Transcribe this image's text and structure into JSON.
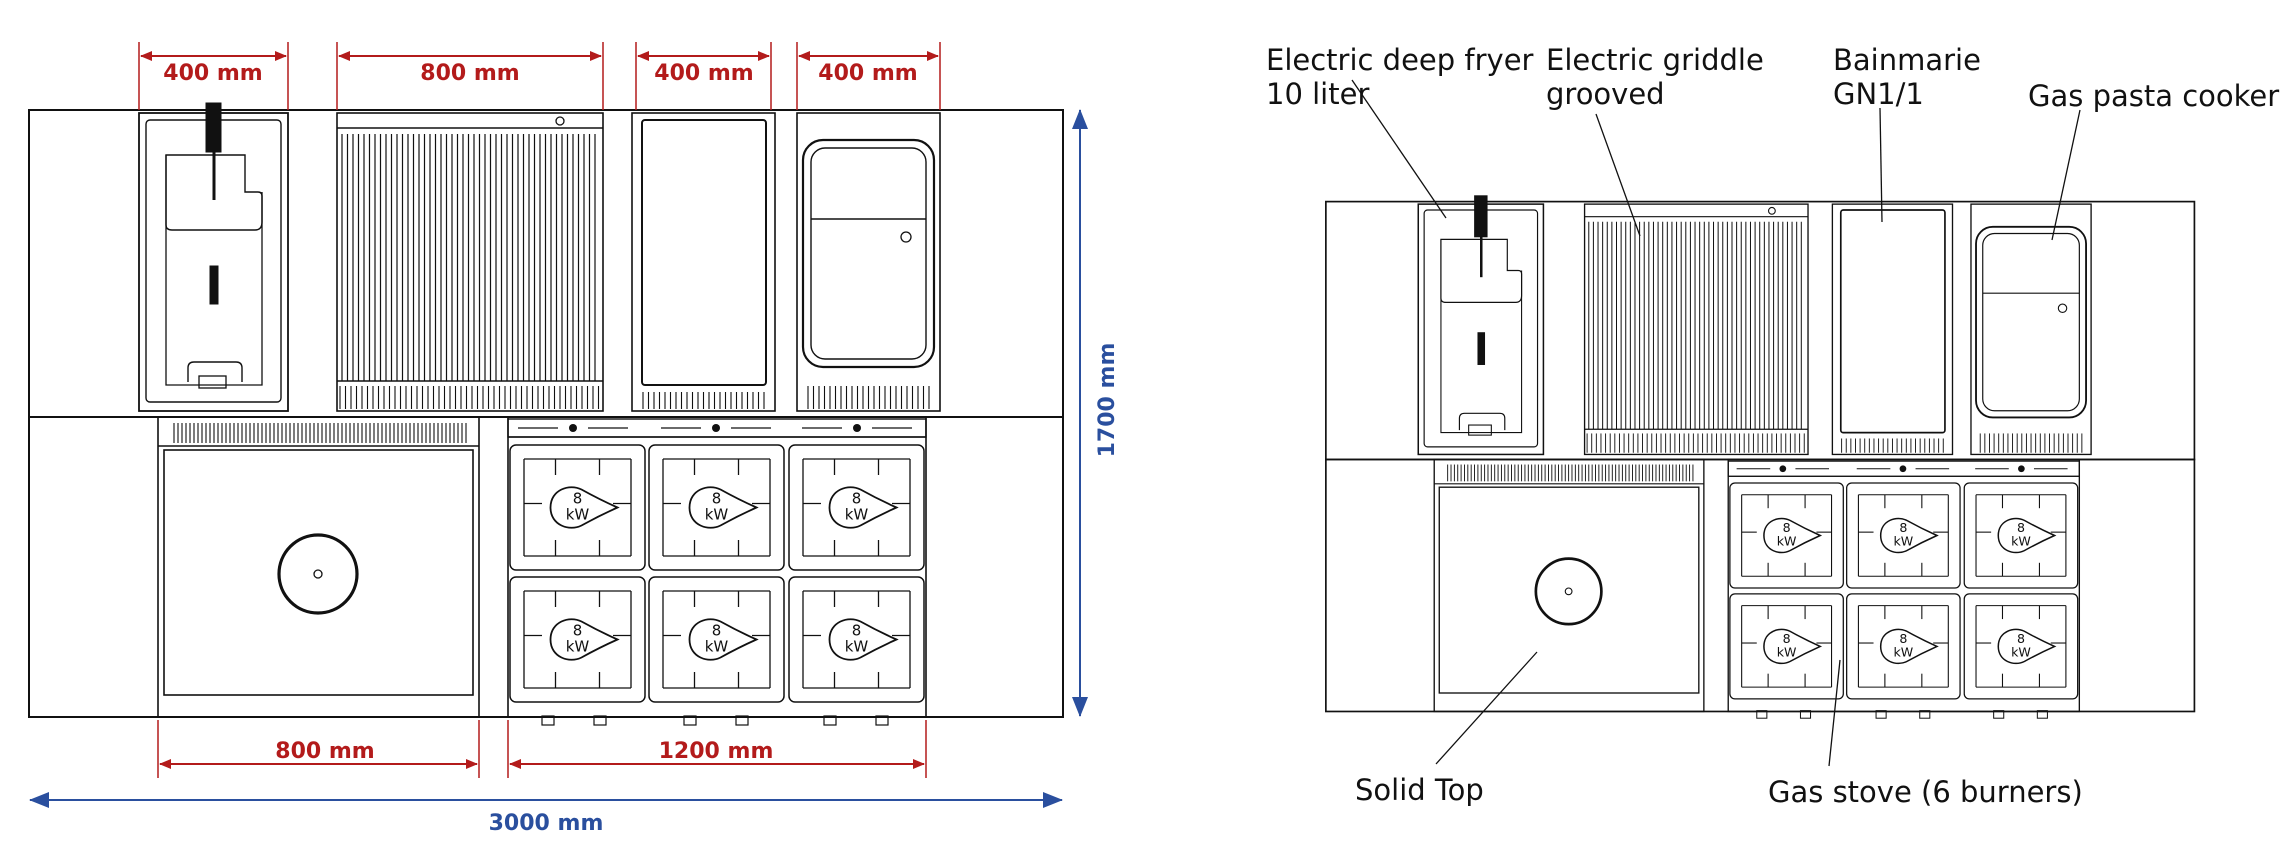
{
  "colors": {
    "line": "#111111",
    "dimension_red": "#b31b1b",
    "dimension_blue": "#2a4f9e",
    "background": "#ffffff"
  },
  "dimensions": {
    "top_fryer": "400 mm",
    "top_griddle": "800 mm",
    "top_bainmarie": "400 mm",
    "top_pasta": "400 mm",
    "bottom_solid": "800 mm",
    "bottom_stove": "1200 mm",
    "total_width": "3000 mm",
    "depth": "1700 mm"
  },
  "burner_power": {
    "value": "8",
    "unit": "kW"
  },
  "labels": {
    "fryer": [
      "Electric deep fryer",
      "10 liter"
    ],
    "griddle": [
      "Electric griddle",
      "grooved"
    ],
    "bainmarie": [
      "Bainmarie",
      "GN1/1"
    ],
    "pasta": "Gas pasta cooker",
    "solid_top": "Solid Top",
    "stove": "Gas stove (6 burners)"
  }
}
